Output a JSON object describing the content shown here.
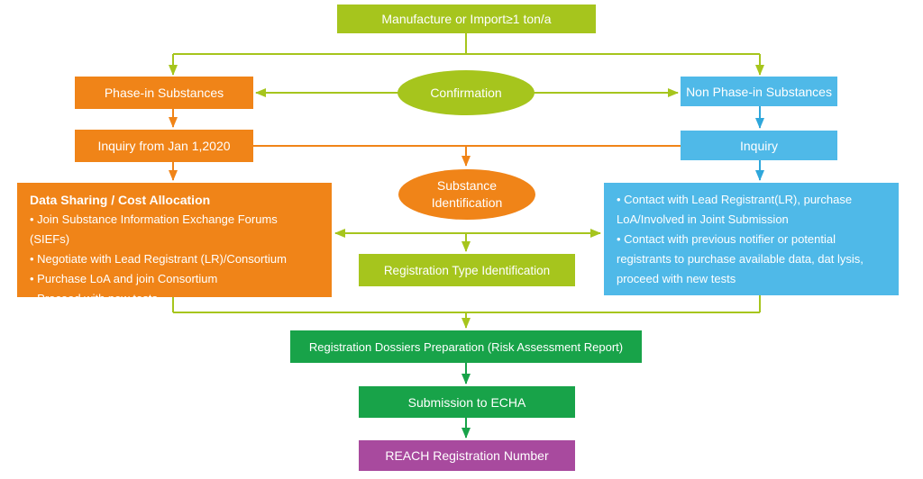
{
  "colors": {
    "lime": "#a6c51d",
    "orange": "#f08418",
    "blue": "#4fb9e8",
    "blue-line": "#2fa7db",
    "green": "#18a349",
    "purple": "#a84a9e"
  },
  "nodes": {
    "manufacture": {
      "label": "Manufacture or Import≥1 ton/a"
    },
    "phase_in": {
      "label": "Phase-in Substances"
    },
    "inquiry_2020": {
      "label": "Inquiry from Jan 1,2020"
    },
    "confirmation": {
      "label": "Confirmation"
    },
    "non_phase_in": {
      "label": "Non Phase-in Substances"
    },
    "inquiry": {
      "label": "Inquiry"
    },
    "substance_identification": {
      "label": "Substance Identification"
    },
    "registration_type": {
      "label": "Registration Type Identification"
    },
    "data_sharing": {
      "title": "Data Sharing / Cost Allocation",
      "bullets": [
        "• Join Substance Information Exchange Forums (SIEFs)",
        "• Negotiate with Lead Registrant (LR)/Consortium",
        "• Purchase LoA and join Consortium",
        "• Proceed with new tests"
      ]
    },
    "contact": {
      "bullets": [
        "• Contact with Lead Registrant(LR), purchase LoA/Involved in Joint Submission",
        "• Contact with previous notifier or potential registrants to purchase available data, dat lysis, proceed with new tests"
      ]
    },
    "dossiers": {
      "label": "Registration Dossiers Preparation (Risk Assessment Report)"
    },
    "submission": {
      "label": "Submission to ECHA"
    },
    "reach_number": {
      "label": "REACH Registration Number"
    }
  }
}
